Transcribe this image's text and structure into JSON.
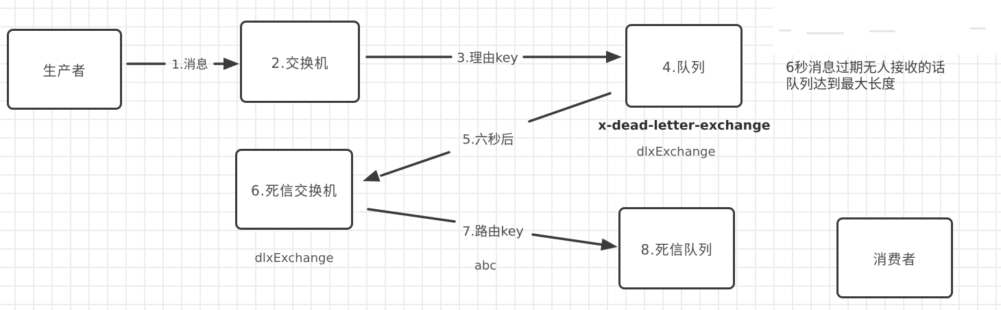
{
  "diagram": {
    "nodes": {
      "producer": {
        "label": "生产者"
      },
      "exchange": {
        "label": "2.交换机"
      },
      "queue": {
        "label": "4.队列"
      },
      "dlx_exchange": {
        "label": "6.死信交换机"
      },
      "dead_letter_queue": {
        "label": "8.死信队列"
      },
      "consumer": {
        "label": "消费者"
      }
    },
    "edges": {
      "message": {
        "label": "1.消息"
      },
      "routing_key": {
        "label": "3.理由key"
      },
      "after_six_seconds": {
        "label": "5.六秒后"
      },
      "dlx_routing_key": {
        "label": "7.路由key"
      }
    },
    "annotations": {
      "queue_dlx_property": "x-dead-letter-exchange",
      "queue_dlx_value": "dlxExchange",
      "dlx_exchange_name": "dlxExchange",
      "dlx_routing_key_value": "abc",
      "note_line1": "6秒消息过期无人接收的话",
      "note_line2": "队列达到最大长度"
    },
    "colors": {
      "stroke": "#3a3a3a",
      "text": "#4a4a4a",
      "grid": "#ededed",
      "background": "#ffffff"
    }
  }
}
